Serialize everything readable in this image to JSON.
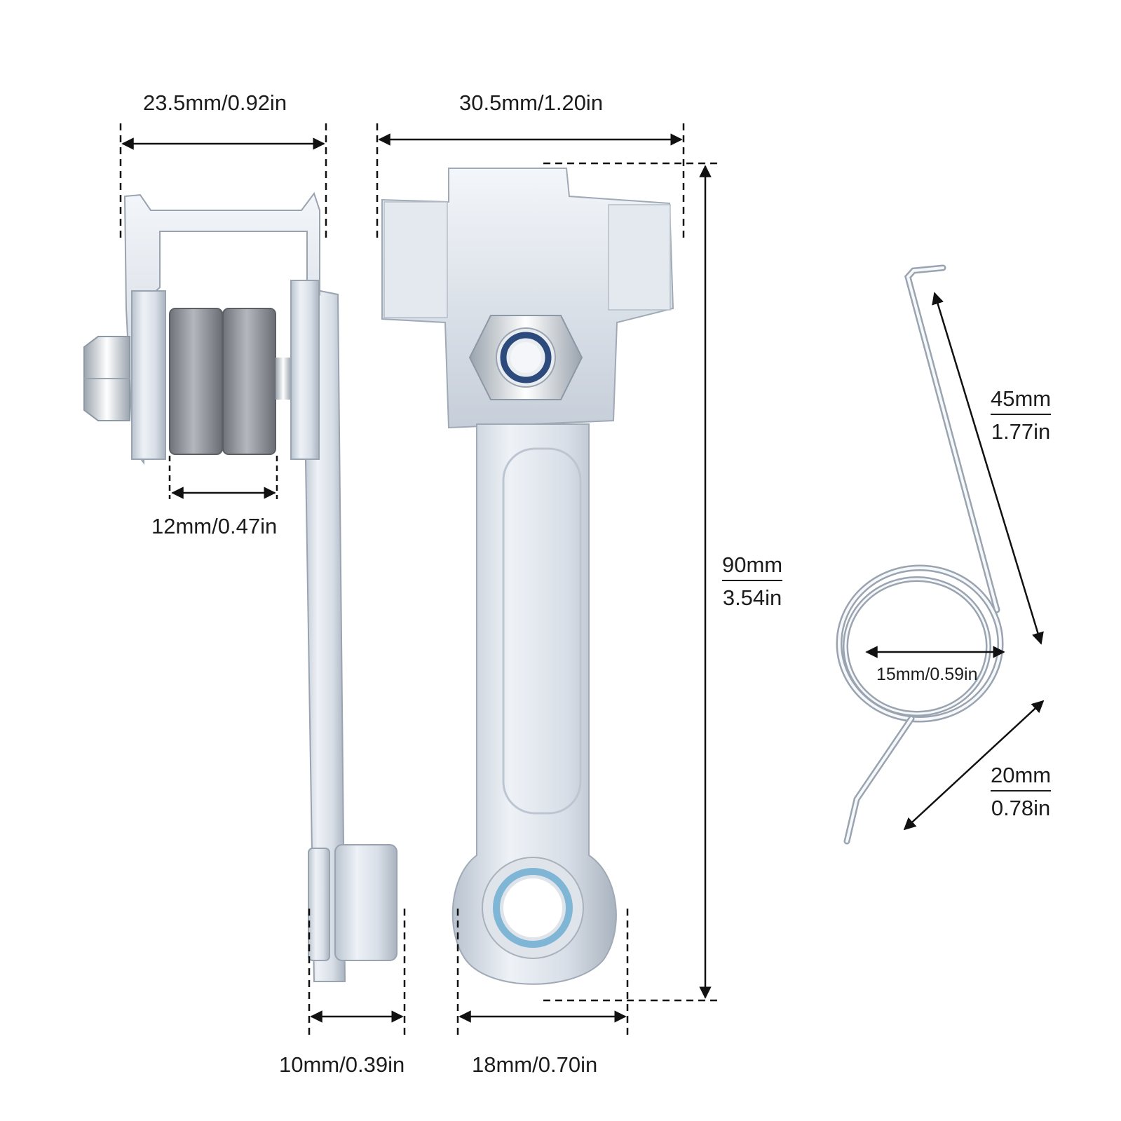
{
  "dimensions": {
    "roller_bracket_width": "23.5mm/0.92in",
    "arm_top_width": "30.5mm/1.20in",
    "bearing_width": "12mm/0.47in",
    "arm_length_mm": "90mm",
    "arm_length_in": "3.54in",
    "spring_long_leg_mm": "45mm",
    "spring_long_leg_in": "1.77in",
    "spring_coil_diameter": "15mm/0.59in",
    "spring_short_leg_mm": "20mm",
    "spring_short_leg_in": "0.78in",
    "lower_roller_width": "10mm/0.39in",
    "arm_end_width": "18mm/0.70in"
  },
  "colors": {
    "metal_light": "#eef2f7",
    "metal_mid": "#c9d1dc",
    "metal_dark": "#8d98a6",
    "bearing": "#8a8d93",
    "nylon_insert": "#2c4a7c",
    "bushing": "#7fb6d6",
    "dimension_line": "#111111"
  }
}
